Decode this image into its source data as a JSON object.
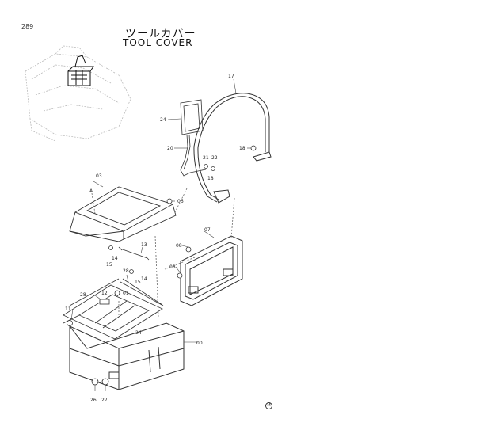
{
  "page_number": "289",
  "title_jp": "ツールカバー",
  "title_en": "TOOL COVER",
  "corner_mark": "M",
  "callouts": {
    "c17": "17",
    "c24": "24",
    "c20": "20",
    "c18a": "18",
    "c21": "21",
    "c22": "22",
    "c18b": "18",
    "c03": "03",
    "cA": "A",
    "c06": "06",
    "c07": "07",
    "c08a": "08",
    "c08b": "08",
    "c13": "13",
    "c14a": "14",
    "c15a": "15",
    "c14b": "14",
    "c15b": "15",
    "c28a": "28",
    "c12": "12",
    "c01": "01",
    "c28b": "28",
    "c11": "11",
    "c24b": "24",
    "c00": "00",
    "c26": "26",
    "c27": "27"
  }
}
